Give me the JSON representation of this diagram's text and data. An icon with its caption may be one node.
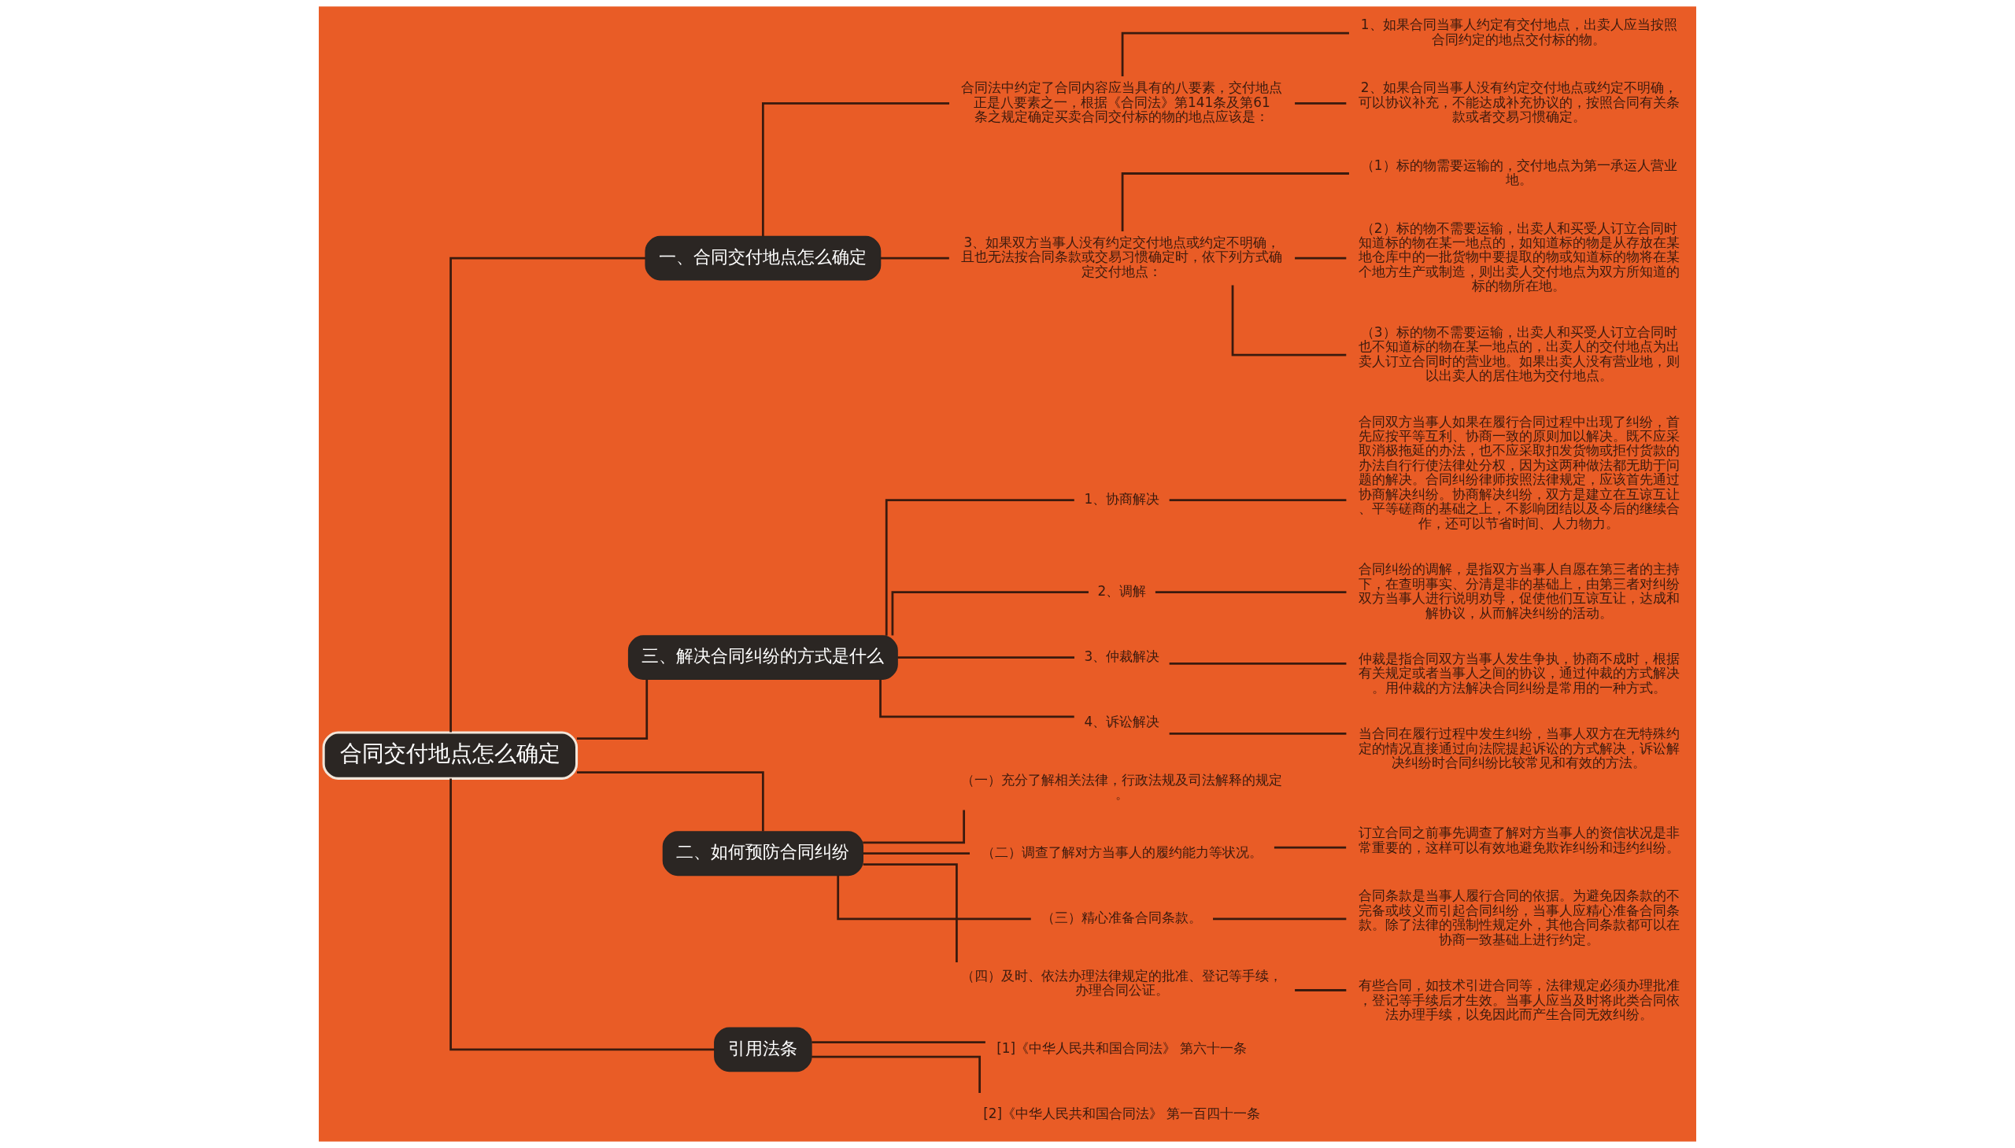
{
  "diagram": {
    "nodes": [
      {
        "text": [
          "合同交付地点怎么确定"
        ]
      },
      {
        "text": [
          "一、合同交付地点怎么确定"
        ]
      },
      {
        "text": [
          "合同法中约定了合同内容应当具有的八要素，交付地点正是八要素之一，根据《合同法》第141条及第61条之规定确定买卖合同交付标的物的地点应该是："
        ]
      },
      {
        "text": [
          "1、如果合同当事人约定有交付地点，出卖人应当按照合同约定的地点交付标的物。"
        ]
      },
      {
        "text": [
          "2、如果合同当事人没有约定交付地点或约定不明确，可以协议补充，不能达成补充协议的，按照合同有关条款或者交易习惯确定。"
        ]
      },
      {
        "text": [
          "3、如果双方当事人没有约定交付地点或约定不明确，且也无法按合同条款或交易习惯确定时，依下列方式确定交付地点："
        ]
      },
      {
        "text": [
          "（1）标的物需要运输的，交付地点为第一承运人营业地。"
        ]
      },
      {
        "text": [
          "（2）标的物不需要运输，出卖人和买受人订立合同时知道标的物在某一地点的，如知道标的物是从存放在某地仓库中的一批货物中要提取的物或知道标的物将在某个地方生产或制造，则出卖人交付地点为双方所知道的标的物所在地。"
        ]
      },
      {
        "text": [
          "（3）标的物不需要运输，出卖人和买受人订立合同时也不知道标的物在某一地点的，出卖人的交付地点为出卖人订立合同时的营业地。如果出卖人没有营业地，则以出卖人的居住地为交付地点。"
        ]
      },
      {
        "text": [
          "三、解决合同纠纷的方式是什么"
        ]
      },
      {
        "text": [
          "1、协商解决"
        ]
      },
      {
        "text": [
          "合同双方当事人如果在履行合同过程中出现了纠纷，首先应按平等互利、协商一致的原则加以解决。既不应采取消极拖延的办法，也不应采取扣发货物或拒付货款的办法自行行使法律处分权，因为这两种做法都无助于问题的解决。合同纠纷律师按照法律规定，应该首先通过协商解决纠纷。协商解决纠纷，双方是建立在互谅互让、平等磋商的基础之上，不影响团结以及今后的继续合作，还可以节省时间、人力物力。"
        ]
      },
      {
        "text": [
          "2、调解"
        ]
      },
      {
        "text": [
          "合同纠纷的调解，是指双方当事人自愿在第三者的主持下，在查明事实、分清是非的基础上，由第三者对纠纷双方当事人进行说明劝导，促使他们互谅互让，达成和解协议，从而解决纠纷的活动。"
        ]
      },
      {
        "text": [
          "3、仲裁解决"
        ]
      },
      {
        "text": [
          "仲裁是指合同双方当事人发生争执，协商不成时，根据有关规定或者当事人之间的协议，通过仲裁的方式解决。用仲裁的方法解决合同纠纷是常用的一种方式。"
        ]
      },
      {
        "text": [
          "4、诉讼解决"
        ]
      },
      {
        "text": [
          "当合同在履行过程中发生纠纷，当事人双方在无特殊约定的情况直接通过向法院提起诉讼的方式解决，诉讼解决纠纷时合同纠纷比较常见和有效的方法。"
        ]
      },
      {
        "text": [
          "二、如何预防合同纠纷"
        ]
      },
      {
        "text": [
          "（一）充分了解相关法律，行政法规及司法解释的规定。"
        ]
      },
      {
        "text": [
          "（二）调查了解对方当事人的履约能力等状况。"
        ]
      },
      {
        "text": [
          "订立合同之前事先调查了解对方当事人的资信状况是非常重要的，这样可以有效地避免欺诈纠纷和违约纠纷。"
        ]
      },
      {
        "text": [
          "（三）精心准备合同条款。"
        ]
      },
      {
        "text": [
          "合同条款是当事人履行合同的依据。为避免因条款的不完备或歧义而引起合同纠纷，当事人应精心准备合同条款。除了法律的强制性规定外，其他合同条款都可以在协商一致基础上进行约定。"
        ]
      },
      {
        "text": [
          "（四）及时、依法办理法律规定的批准、登记等手续，办理合同公证。"
        ]
      },
      {
        "text": [
          "有些合同，如技术引进合同等，法律规定必须办理批准，登记等手续后才生效。当事人应当及时将此类合同依法办理手续，以免因此而产生合同无效纠纷。"
        ]
      },
      {
        "text": [
          "引用法条"
        ]
      },
      {
        "text": [
          "[1]《中华人民共和国合同法》 第六十一条"
        ]
      },
      {
        "text": [
          "[2]《中华人民共和国合同法》 第一百四十一条"
        ]
      }
    ],
    "edges": [
      {
        "from": 0,
        "to": 1,
        "arrow": "none"
      },
      {
        "from": 1,
        "to": 2,
        "arrow": "none"
      },
      {
        "from": 2,
        "to": 3,
        "arrow": "none"
      },
      {
        "from": 2,
        "to": 4,
        "arrow": "none"
      },
      {
        "from": 1,
        "to": 5,
        "arrow": "none"
      },
      {
        "from": 5,
        "to": 6,
        "arrow": "none"
      },
      {
        "from": 5,
        "to": 7,
        "arrow": "none"
      },
      {
        "from": 5,
        "to": 8,
        "arrow": "none"
      },
      {
        "from": 0,
        "to": 9,
        "arrow": "none"
      },
      {
        "from": 9,
        "to": 10,
        "arrow": "none"
      },
      {
        "from": 10,
        "to": 11,
        "arrow": "none"
      },
      {
        "from": 9,
        "to": 12,
        "arrow": "none"
      },
      {
        "from": 12,
        "to": 13,
        "arrow": "none"
      },
      {
        "from": 9,
        "to": 14,
        "arrow": "none"
      },
      {
        "from": 14,
        "to": 15,
        "arrow": "none"
      },
      {
        "from": 9,
        "to": 16,
        "arrow": "none"
      },
      {
        "from": 16,
        "to": 17,
        "arrow": "none"
      },
      {
        "from": 0,
        "to": 18,
        "arrow": "none"
      },
      {
        "from": 18,
        "to": 19,
        "arrow": "none"
      },
      {
        "from": 18,
        "to": 20,
        "arrow": "none"
      },
      {
        "from": 20,
        "to": 21,
        "arrow": "none"
      },
      {
        "from": 18,
        "to": 22,
        "arrow": "none"
      },
      {
        "from": 22,
        "to": 23,
        "arrow": "none"
      },
      {
        "from": 18,
        "to": 24,
        "arrow": "none"
      },
      {
        "from": 24,
        "to": 25,
        "arrow": "none"
      },
      {
        "from": 0,
        "to": 26,
        "arrow": "none"
      },
      {
        "from": 26,
        "to": 27,
        "arrow": "none"
      },
      {
        "from": 26,
        "to": 28,
        "arrow": "none"
      }
    ]
  }
}
